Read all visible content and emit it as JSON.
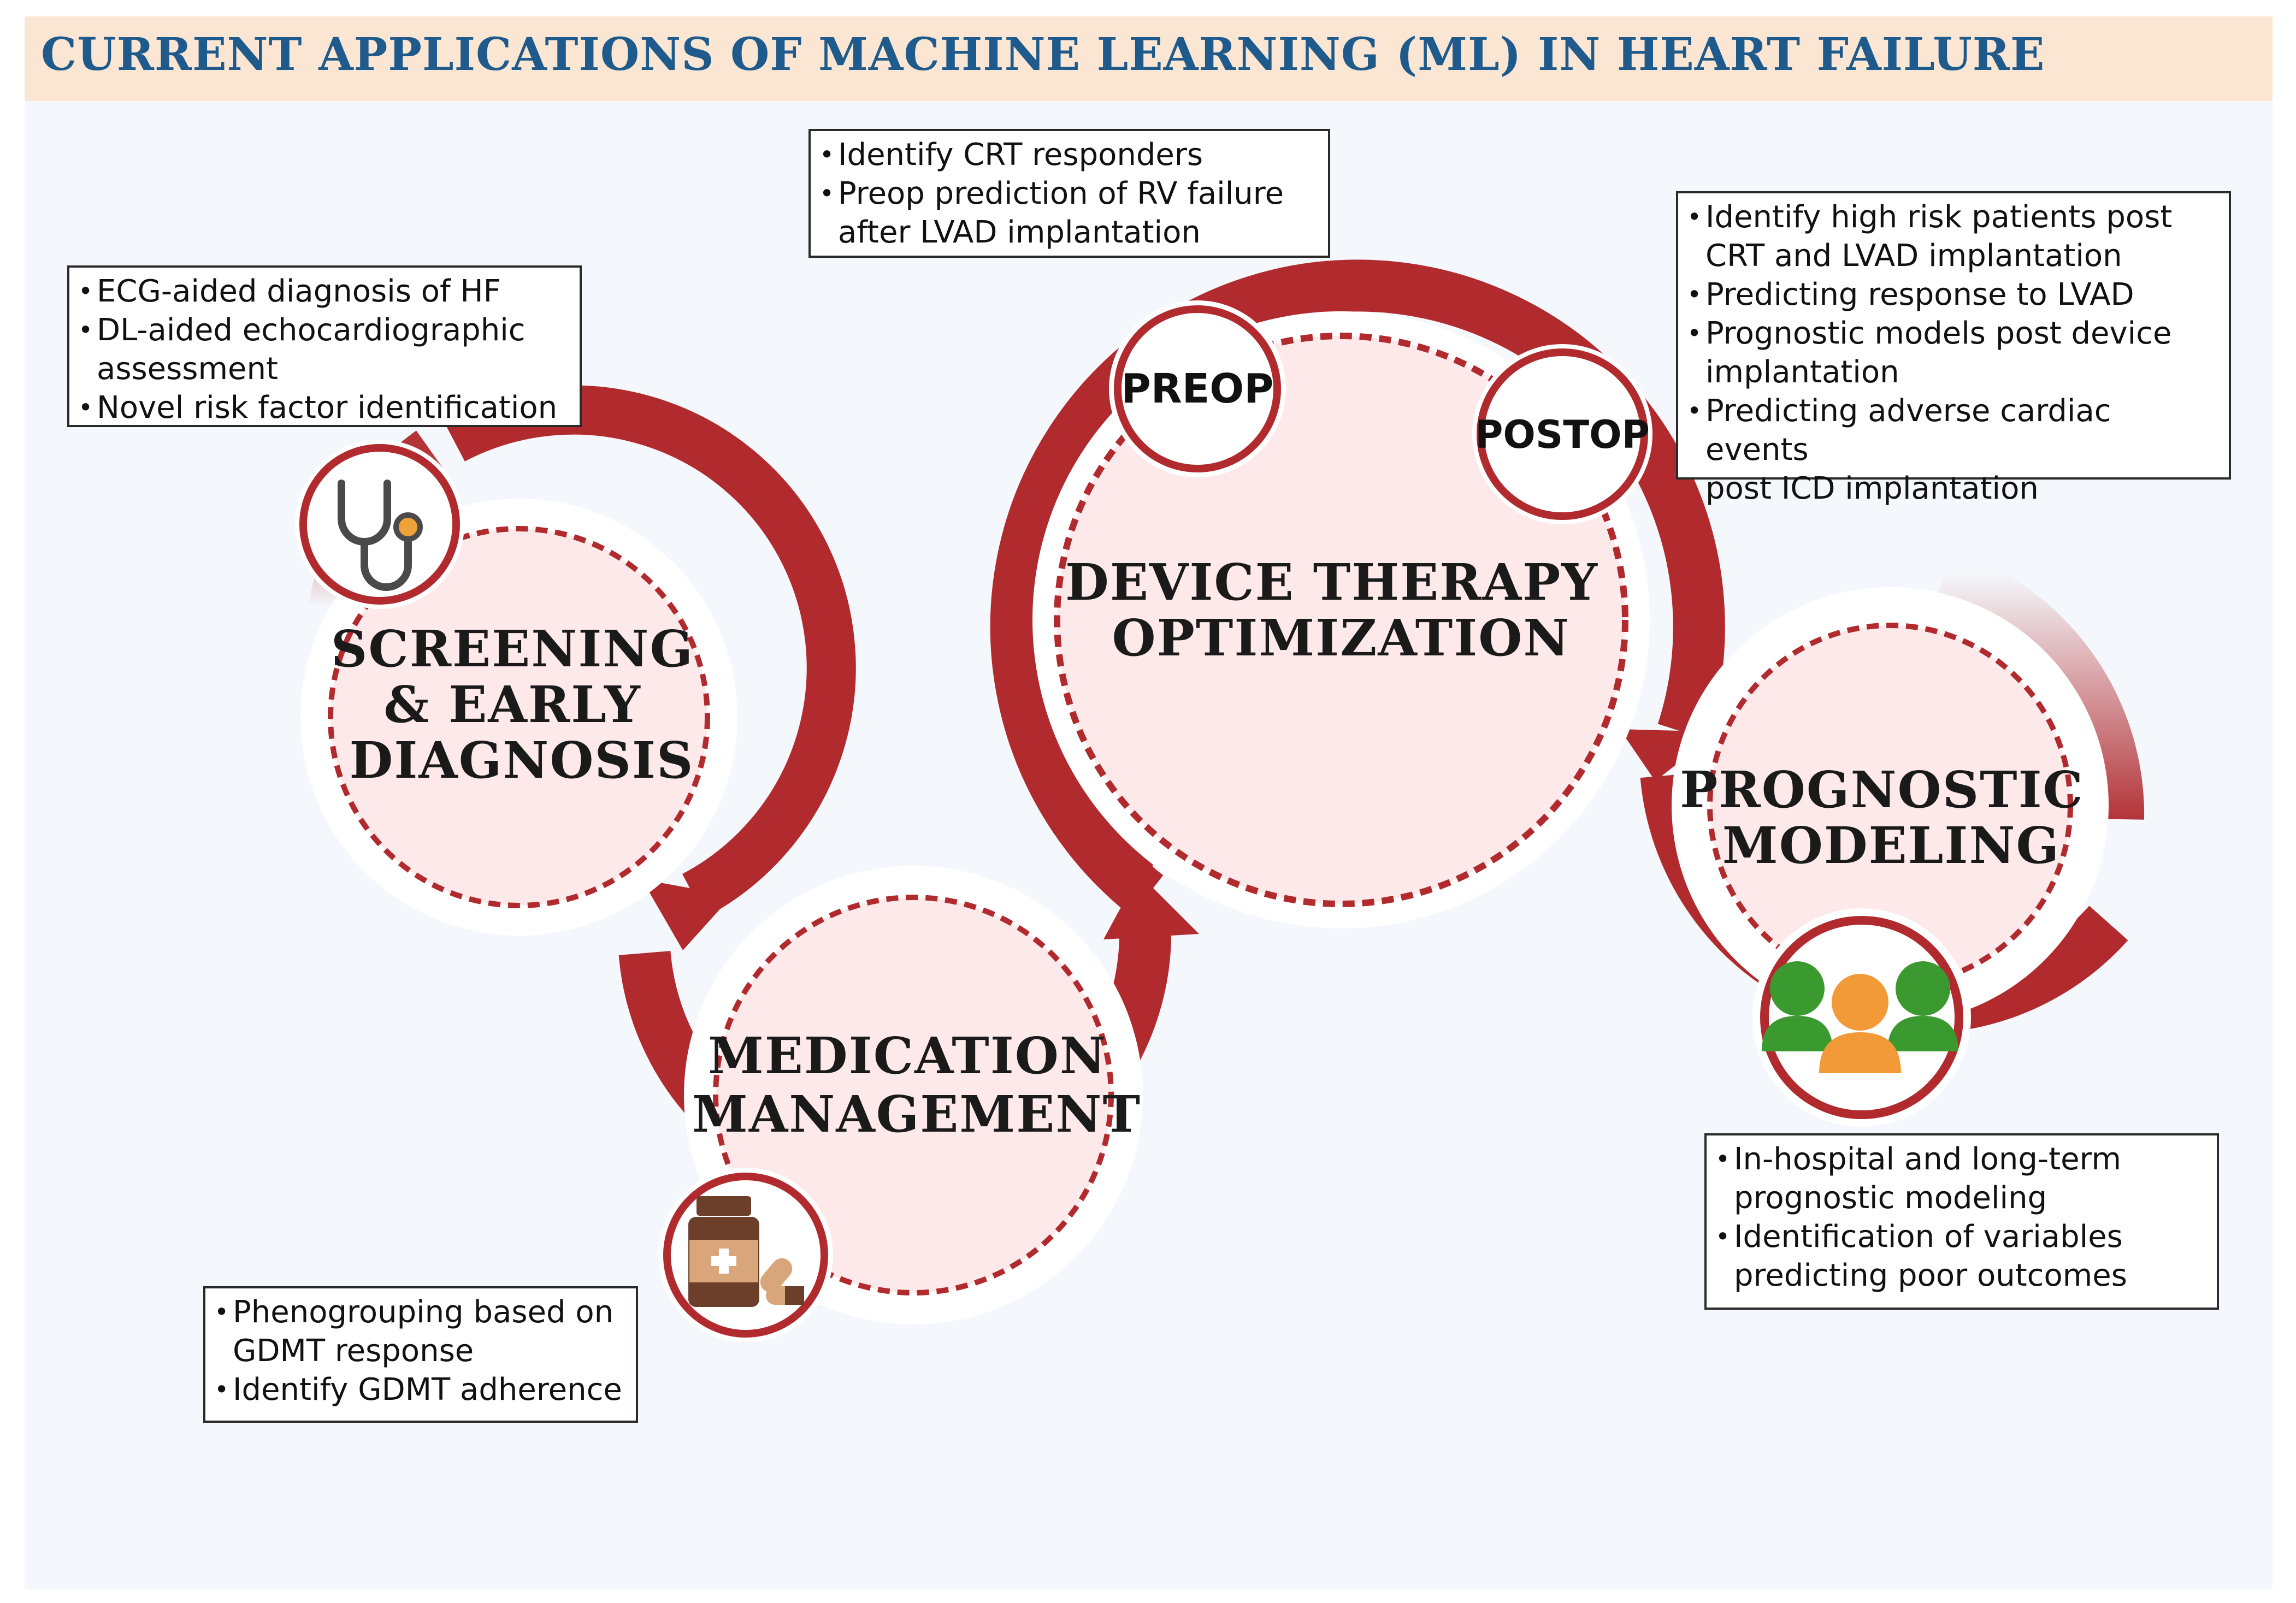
{
  "title": "CURRENT APPLICATIONS OF MACHINE LEARNING (ML) IN HEART FAILURE",
  "colors": {
    "ring": "#b02a2e",
    "circle_fill": "#fde9ea",
    "dotted": "#b02a2e",
    "banner": "#fbe6d3",
    "title": "#1f5a8c",
    "panel": "#f4f7fb"
  },
  "stages": {
    "screening": {
      "label_lines": [
        "SCREENING",
        "& EARLY",
        "DIAGNOSIS"
      ],
      "icon": "stethoscope-icon",
      "bullets": [
        "ECG-aided diagnosis of HF",
        "DL-aided echocardiographic\nassessment",
        "Novel risk factor identification"
      ]
    },
    "medication": {
      "label_lines": [
        "MEDICATION",
        "MANAGEMENT"
      ],
      "icon": "medicine-bottle-icon",
      "bullets": [
        "Phenogrouping based on\nGDMT response",
        "Identify GDMT adherence"
      ]
    },
    "device": {
      "label_lines": [
        "DEVICE THERAPY",
        "OPTIMIZATION"
      ],
      "preop_label": "PREOP",
      "postop_label": "POSTOP",
      "preop_bullets": [
        "Identify CRT responders",
        "Preop prediction of RV failure\nafter LVAD implantation"
      ],
      "postop_bullets": [
        "Identify high risk patients post\nCRT and LVAD implantation",
        "Predicting response to LVAD",
        "Prognostic models post device\nimplantation",
        "Predicting adverse cardiac events\npost ICD implantation"
      ]
    },
    "prognostic": {
      "label_lines": [
        "PROGNOSTIC",
        "MODELING"
      ],
      "icon": "patient-group-icon",
      "bullets": [
        "In-hospital and long-term\nprognostic modeling",
        "Identification of variables\npredicting poor outcomes"
      ]
    }
  }
}
